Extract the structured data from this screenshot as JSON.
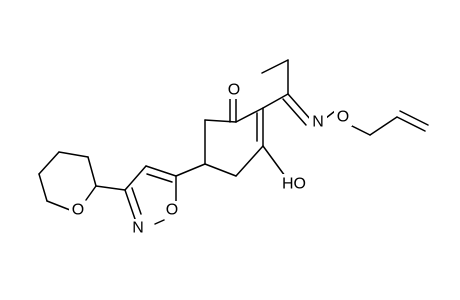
{
  "molecule": {
    "atoms": {
      "carbonyl_oxygen": "O",
      "enol_hydroxyl": "HO",
      "oxime_nitrogen": "N",
      "oxime_oxygen": "O",
      "pyran_oxygen": "O",
      "isoxazole_nitrogen": "N",
      "isoxazole_oxygen": "O"
    },
    "colors": {
      "bond": "#000000",
      "label": "#000000",
      "background": "#ffffff"
    }
  }
}
